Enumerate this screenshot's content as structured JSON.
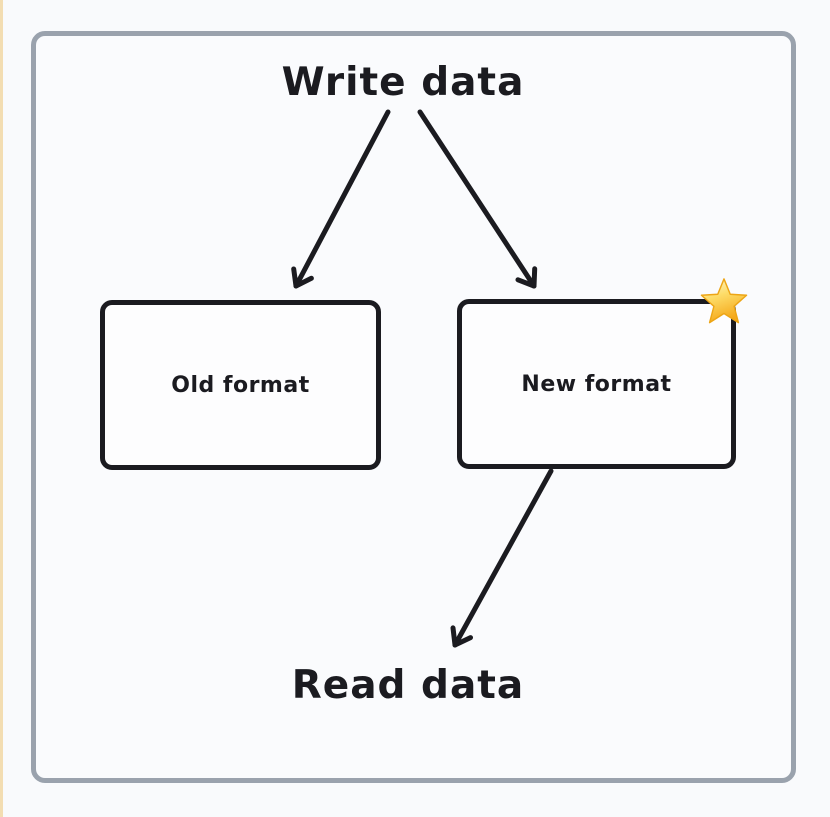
{
  "diagram": {
    "title": "Write data",
    "footer": "Read data",
    "nodes": [
      {
        "label": "Old format"
      },
      {
        "label": "New format",
        "badge": "star-icon"
      }
    ],
    "arrows": [
      {
        "from": "write-data",
        "to": "old-format"
      },
      {
        "from": "write-data",
        "to": "new-format"
      },
      {
        "from": "new-format",
        "to": "read-data"
      }
    ],
    "colors": {
      "ink": "#1b1b20",
      "frame_border": "#9aa2ad",
      "background": "#f9fafc",
      "node_fill": "#fdfdfe",
      "star_gold": "#fcc21b",
      "star_light": "#fdf3c9",
      "edge_strip": "#f3ddb2"
    }
  }
}
